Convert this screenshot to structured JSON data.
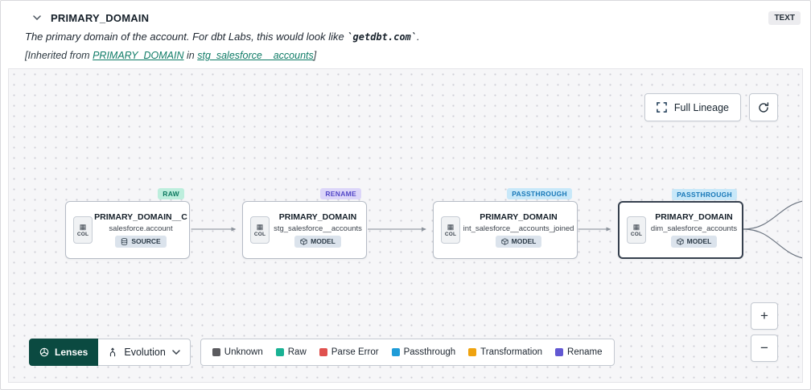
{
  "header": {
    "title": "PRIMARY_DOMAIN",
    "type_badge": "TEXT",
    "description_prefix": "The primary domain of the account. For dbt Labs, this would look like ",
    "description_code": "`getdbt.com`",
    "description_suffix": ".",
    "inherited_prefix": "[Inherited from ",
    "inherited_link_column": "PRIMARY_DOMAIN",
    "inherited_mid": " in ",
    "inherited_link_model": "stg_salesforce__accounts",
    "inherited_suffix": "]"
  },
  "canvas": {
    "full_lineage_label": "Full Lineage",
    "nodes": [
      {
        "badge": "RAW",
        "col_label": "COL",
        "title": "PRIMARY_DOMAIN__C",
        "subtitle": "salesforce.account",
        "kind": "SOURCE"
      },
      {
        "badge": "RENAME",
        "col_label": "COL",
        "title": "PRIMARY_DOMAIN",
        "subtitle": "stg_salesforce__accounts",
        "kind": "MODEL"
      },
      {
        "badge": "PASSTHROUGH",
        "col_label": "COL",
        "title": "PRIMARY_DOMAIN",
        "subtitle": "int_salesforce__accounts_joined",
        "kind": "MODEL"
      },
      {
        "badge": "PASSTHROUGH",
        "col_label": "COL",
        "title": "PRIMARY_DOMAIN",
        "subtitle": "dim_salesforce_accounts",
        "kind": "MODEL"
      }
    ]
  },
  "toolbar": {
    "lenses_label": "Lenses",
    "evolution_label": "Evolution"
  },
  "legend": {
    "items": [
      {
        "label": "Unknown",
        "color": "#5b5b5f"
      },
      {
        "label": "Raw",
        "color": "#19b294"
      },
      {
        "label": "Parse Error",
        "color": "#e0514e"
      },
      {
        "label": "Passthrough",
        "color": "#1f9cd8"
      },
      {
        "label": "Transformation",
        "color": "#efa30f"
      },
      {
        "label": "Rename",
        "color": "#6258d2"
      }
    ]
  },
  "zoom": {
    "in_label": "+",
    "out_label": "−"
  },
  "colors": {
    "raw_badge_bg": "#bdeedd",
    "rename_badge_bg": "#dcd6f9",
    "passthrough_badge_bg": "#c8e8f9",
    "link": "#0e7b66",
    "lenses_bg": "#0b4a41"
  }
}
